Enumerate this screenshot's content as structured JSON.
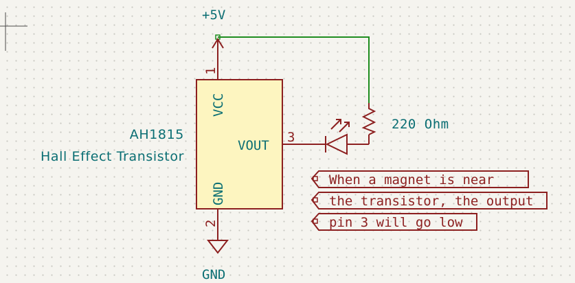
{
  "power": {
    "vcc_label": "+5V",
    "gnd_label": "GND"
  },
  "component": {
    "name": "AH1815",
    "description": "Hall Effect Transistor",
    "pins": {
      "vcc": {
        "name": "VCC",
        "number": "1"
      },
      "vout": {
        "name": "VOUT",
        "number": "3"
      },
      "gnd": {
        "name": "GND",
        "number": "2"
      }
    }
  },
  "resistor": {
    "value": "220 Ohm"
  },
  "note": {
    "lines": [
      "When a magnet is near",
      "the transistor, the output",
      "pin 3 will go low"
    ]
  },
  "colors": {
    "background": "#f5f4ef",
    "symbol": "#8c1f1f",
    "text": "#0a6e73",
    "wire": "#1e8c1e",
    "body_fill": "#fdf5c0"
  }
}
